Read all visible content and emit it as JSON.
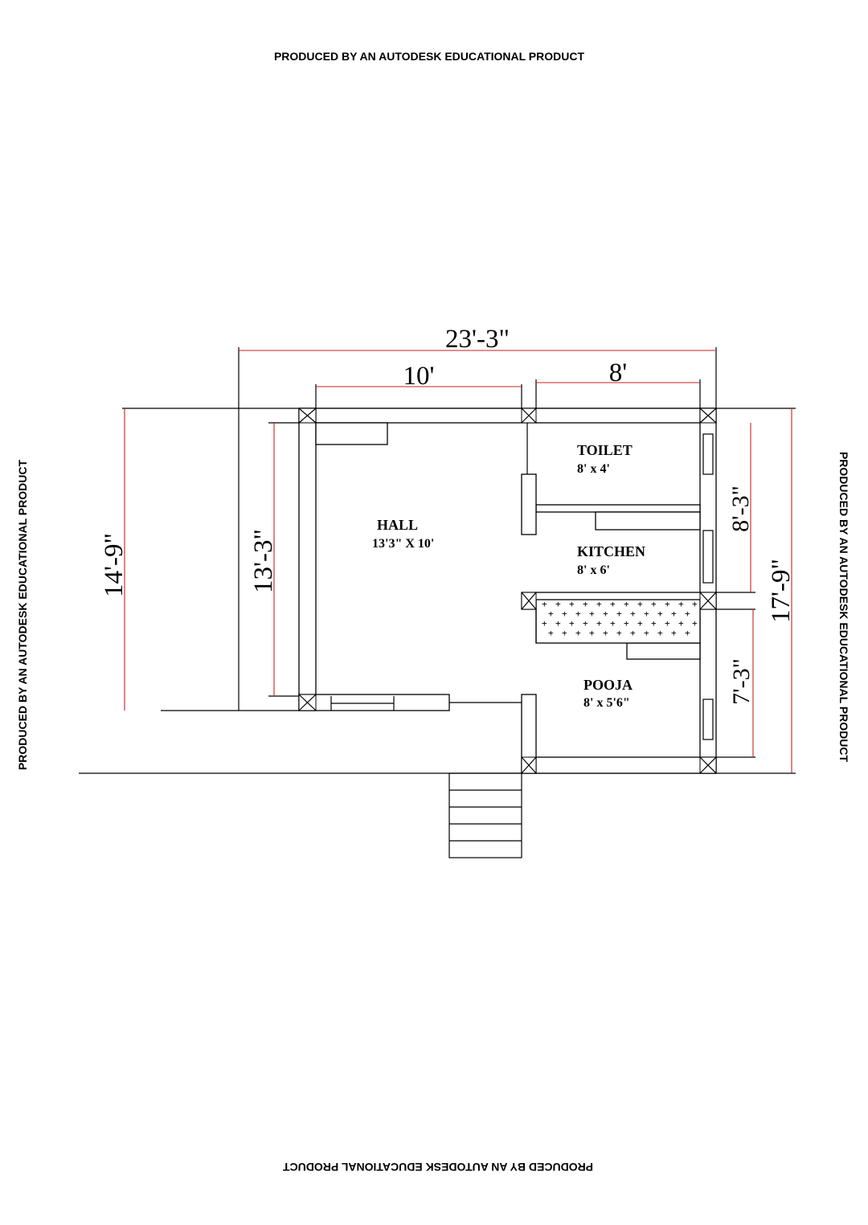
{
  "watermark": {
    "top": "PRODUCED BY AN AUTODESK EDUCATIONAL PRODUCT",
    "bottom": "PRODUCED BY AN AUTODESK EDUCATIONAL PRODUCT",
    "left": "PRODUCED BY AN AUTODESK EDUCATIONAL PRODUCT",
    "right": "PRODUCED BY AN AUTODESK EDUCATIONAL PRODUCT"
  },
  "dimensions": {
    "overall_width": "23'-3\"",
    "hall_width": "10'",
    "right_width": "8'",
    "left_outer_height": "14'-9\"",
    "left_inner_height": "13'-3\"",
    "right_upper_height": "8'-3\"",
    "right_lower_height": "7'-3\"",
    "right_overall_height": "17'-9\""
  },
  "rooms": {
    "hall": {
      "name": "HALL",
      "size": "13'3\" X 10'"
    },
    "toilet": {
      "name": "TOILET",
      "size": "8' x 4'"
    },
    "kitchen": {
      "name": "KITCHEN",
      "size": "8' x 6'"
    },
    "pooja": {
      "name": "POOJA",
      "size": "8' x 5'6\""
    }
  },
  "colors": {
    "dimension_line": "#cc1f1f",
    "linework": "#000000"
  }
}
